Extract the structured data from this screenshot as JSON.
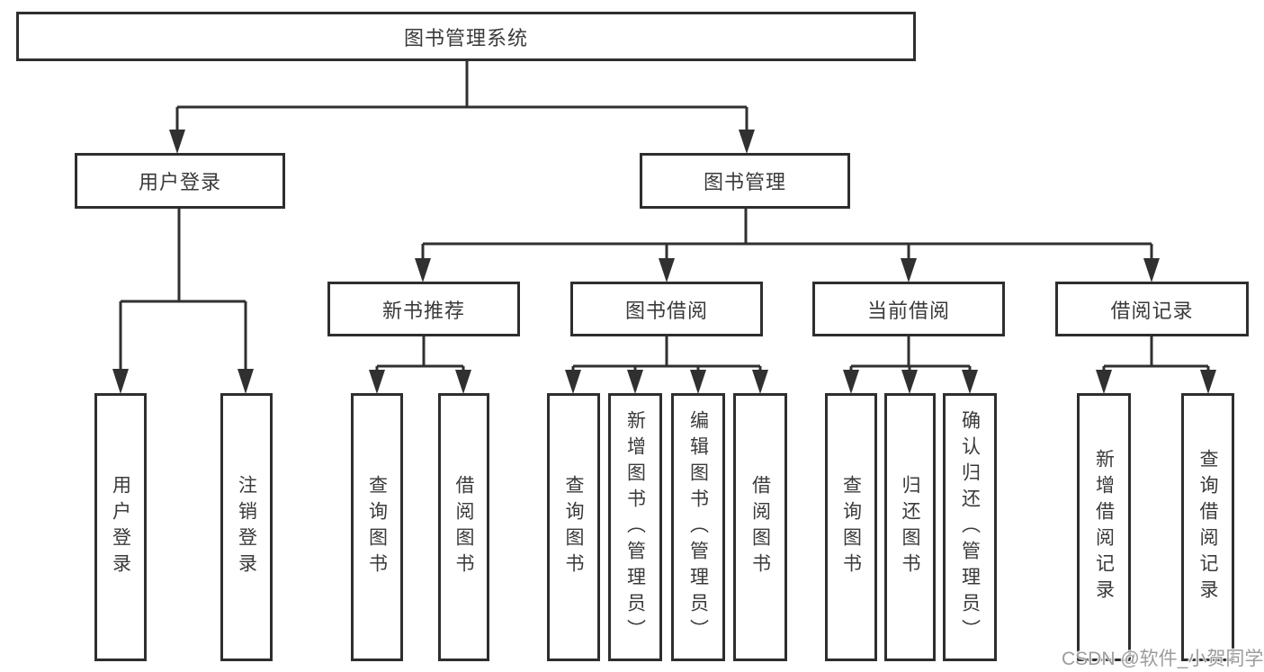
{
  "diagram": {
    "type": "tree",
    "title": "图书管理系统",
    "nodes": [
      {
        "id": "root",
        "label": "图书管理系统",
        "level": 1,
        "parent": null
      },
      {
        "id": "user-login",
        "label": "用户登录",
        "level": 2,
        "parent": "root"
      },
      {
        "id": "book-management",
        "label": "图书管理",
        "level": 2,
        "parent": "root"
      },
      {
        "id": "new-book-recommendation",
        "label": "新书推荐",
        "level": 3,
        "parent": "book-management"
      },
      {
        "id": "book-borrowing",
        "label": "图书借阅",
        "level": 3,
        "parent": "book-management"
      },
      {
        "id": "current-borrowing",
        "label": "当前借阅",
        "level": 3,
        "parent": "book-management"
      },
      {
        "id": "borrowing-records",
        "label": "借阅记录",
        "level": 3,
        "parent": "book-management"
      },
      {
        "id": "leaf-user-login",
        "label": "用户登录",
        "level": 4,
        "parent": "user-login"
      },
      {
        "id": "leaf-logout",
        "label": "注销登录",
        "level": 4,
        "parent": "user-login"
      },
      {
        "id": "leaf-nb-query-books",
        "label": "查询图书",
        "level": 4,
        "parent": "new-book-recommendation"
      },
      {
        "id": "leaf-nb-borrow-books",
        "label": "借阅图书",
        "level": 4,
        "parent": "new-book-recommendation"
      },
      {
        "id": "leaf-bb-query-books",
        "label": "查询图书",
        "level": 4,
        "parent": "book-borrowing"
      },
      {
        "id": "leaf-bb-add-books-admin",
        "label": "新增图书（管理员）",
        "level": 4,
        "parent": "book-borrowing"
      },
      {
        "id": "leaf-bb-edit-books-admin",
        "label": "编辑图书（管理员）",
        "level": 4,
        "parent": "book-borrowing"
      },
      {
        "id": "leaf-bb-borrow-books",
        "label": "借阅图书",
        "level": 4,
        "parent": "book-borrowing"
      },
      {
        "id": "leaf-cb-query-books",
        "label": "查询图书",
        "level": 4,
        "parent": "current-borrowing"
      },
      {
        "id": "leaf-cb-return-books",
        "label": "归还图书",
        "level": 4,
        "parent": "current-borrowing"
      },
      {
        "id": "leaf-cb-confirm-return-admin",
        "label": "确认归还（管理员）",
        "level": 4,
        "parent": "current-borrowing"
      },
      {
        "id": "leaf-br-add-record",
        "label": "新增借阅记录",
        "level": 4,
        "parent": "borrowing-records"
      },
      {
        "id": "leaf-br-query-record",
        "label": "查询借阅记录",
        "level": 4,
        "parent": "borrowing-records"
      }
    ]
  },
  "watermark": {
    "text": "CSDN @软件_小贺同学"
  },
  "colors": {
    "background": "#ffffff",
    "box_border": "#2e2e2e",
    "box_fill": "#ffffff",
    "line": "#303030",
    "text": "#3a3a3a",
    "watermark": "#9c9c9c"
  }
}
